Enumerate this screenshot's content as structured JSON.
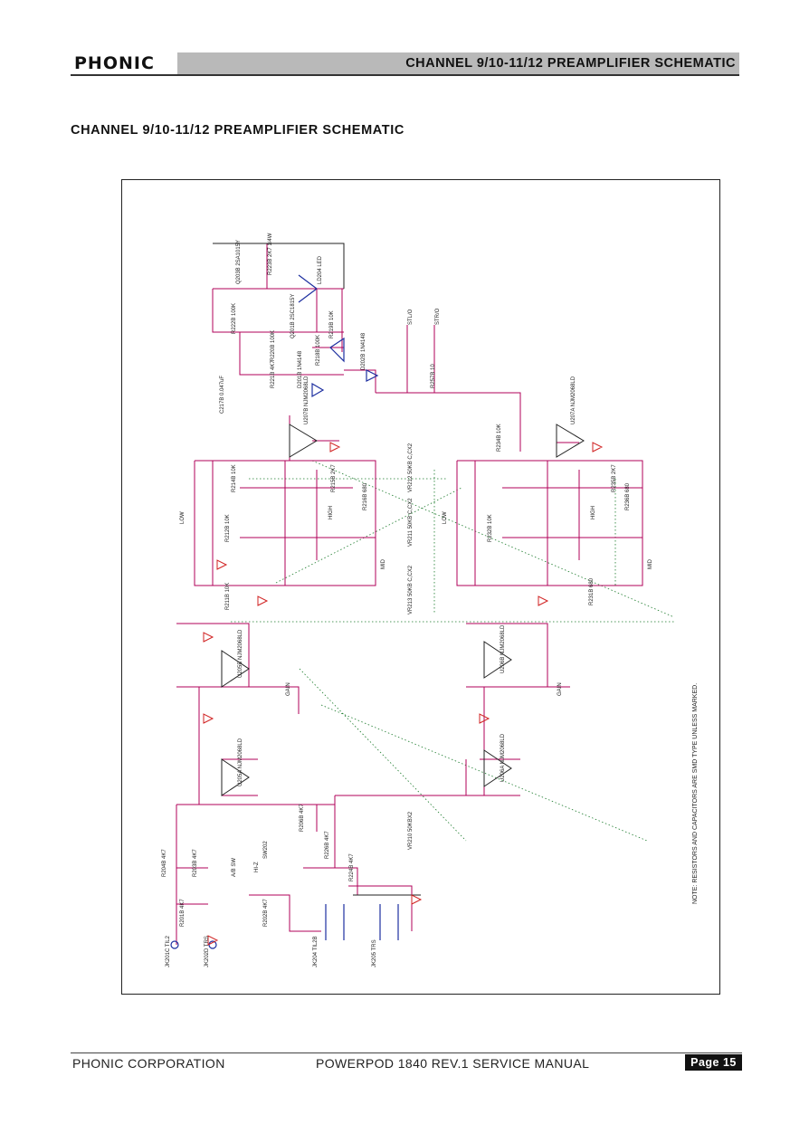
{
  "header": {
    "brand": "PHONIC",
    "title": "CHANNEL 9/10-11/12  PREAMPLIFIER   SCHEMATIC"
  },
  "section_title": "CHANNEL 9/10-11/12  PREAMPLIFIER   SCHEMATIC",
  "schematic": {
    "labels": {
      "r223": "R223B 2K7 1/4W",
      "q203": "Q203B 2SA1015Y",
      "ld204": "LD204 LED",
      "r222": "R222B 100K",
      "q201": "Q201B 2SC1815Y",
      "r219": "R219B 10K",
      "r220": "R220B 100K",
      "r218": "R218B 100K",
      "r221": "R221B 4K7",
      "d201": "D201B 1N4148",
      "d202": "D202B 1N4148",
      "c217": "C217B 0.047uF",
      "u207b": "U207B NJM2068LD",
      "u207a": "U207A NJM2068LD",
      "stl": "STL/O",
      "str": "STR/O",
      "r257": "R257B 10",
      "vr212": "VR212 50KB C,CX2",
      "vr211": "VR211 50KB C,CX2",
      "vr213": "VR213 50KB C,CX2",
      "vr210": "VR210 50KBX2",
      "u205a": "U205A NJM2068LD",
      "u205b": "U205B NJM2068LD",
      "u206a": "U206A NJM2068LD",
      "u206b": "U206B NJM2068LD",
      "ab_sw": "A/B SW",
      "sw202": "SW202",
      "jk201": "JK201C TIL2",
      "jk202": "JK202D TRS",
      "jk204": "JK204 TIL2B",
      "jk205": "JK205 TRS",
      "r204": "R204B 4K7",
      "r203": "R203B 4K7",
      "r201": "R201B 4K7",
      "r202": "R202B 4K7",
      "r206": "R206B 4K7",
      "r226": "R226B 4K7",
      "r224": "R224B 4K7",
      "gain": "GAIN",
      "low": "LOW",
      "mid": "MID",
      "high": "HIGH",
      "hi_z": "HI-Z",
      "r214": "R214B 10K",
      "r212": "R212B 10K",
      "r211": "R211B 10K",
      "r216": "R216B 680",
      "r215": "R215B 2K7",
      "r234": "R234B 10K",
      "r232": "R232B 10K",
      "r231": "R231B 680",
      "r236": "R236B 680",
      "r235": "R235B 2K7"
    },
    "note": "NOTE: RESISTORS AND CAPACITORS ARE SMD TYPE UNLESS MARKED."
  },
  "footer": {
    "company": "PHONIC CORPORATION",
    "manual": "POWERPOD 1840 REV.1  SERVICE MANUAL",
    "page": "Page 15"
  }
}
